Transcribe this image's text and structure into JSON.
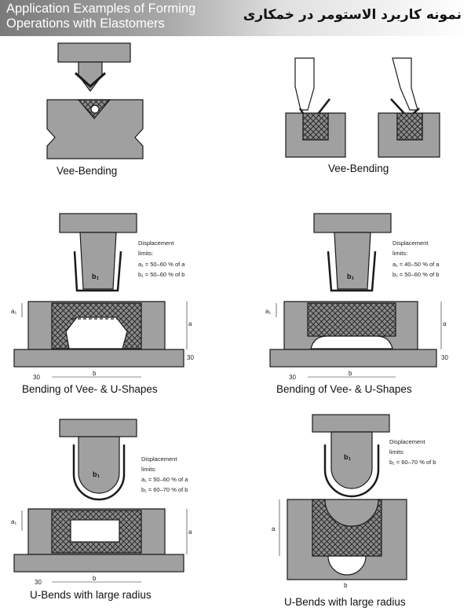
{
  "header": {
    "title_en": "Application Examples of Forming\nOperations with Elastomers",
    "title_fa": "نمونه کاربرد الاستومر در خمکاری"
  },
  "panels": {
    "p1": {
      "caption": "Vee-Bending"
    },
    "p2": {
      "caption": "Vee-Bending"
    },
    "p3": {
      "caption": "Bending of Vee- & U-Shapes",
      "notes": [
        "Displacement",
        "limits:",
        "a₁ = 50–60 % of a",
        "b₁ = 50–60 % of b"
      ],
      "punch_label": "b₁",
      "dims": {
        "a": "a",
        "a1": "a₁",
        "b": "b",
        "d30h": "30",
        "d30v": "30"
      }
    },
    "p4": {
      "caption": "Bending of Vee- & U-Shapes",
      "notes": [
        "Displacement",
        "limits:",
        "a₁ = 40–50 % of a",
        "b₁ = 50–60 % of b"
      ],
      "punch_label": "b₁",
      "dims": {
        "a": "a",
        "a1": "a₁",
        "b": "b",
        "d30h": "30",
        "d30v": "30"
      }
    },
    "p5": {
      "caption": "U-Bends with large radius",
      "notes": [
        "Displacement",
        "limits:",
        "a₁ = 50–60 % of a",
        "b₁ = 60–70 % of b"
      ],
      "punch_label": "b₁",
      "dims": {
        "a": "a",
        "a1": "a₁",
        "b": "b",
        "d30h": "30"
      }
    },
    "p6": {
      "caption": "U-Bends with large radius",
      "notes": [
        "Displacement",
        "limits:",
        "b₁ = 60–70 % of b"
      ],
      "punch_label": "b₁",
      "dims": {
        "a": "a",
        "b": "b"
      }
    }
  },
  "colors": {
    "metal": "#a0a0a0",
    "elastomer": "#808080",
    "outline": "#1a1a1a"
  }
}
